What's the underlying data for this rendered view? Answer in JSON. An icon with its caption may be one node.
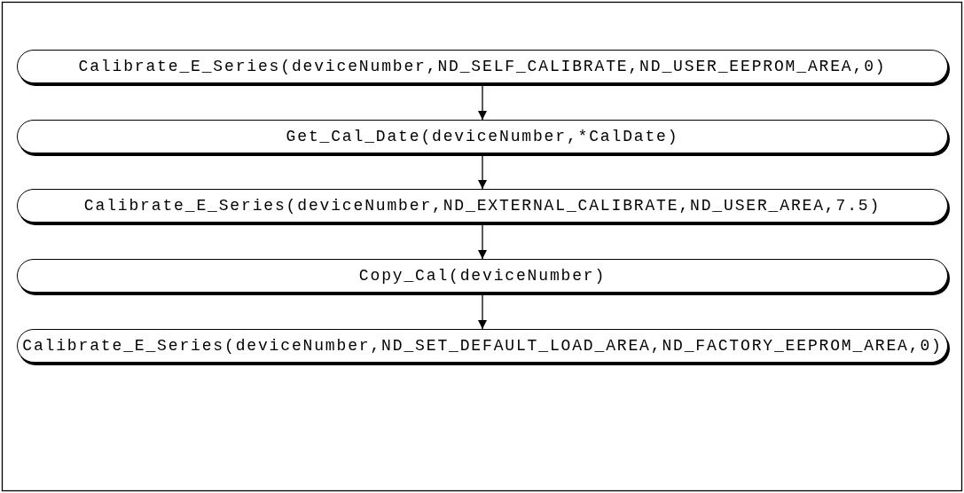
{
  "diagram": {
    "nodes": [
      {
        "text": [
          "Calibrate_E_Series(deviceNumber,ND_SELF_CALIBRATE,ND_USER_EEPROM_AREA,0)"
        ]
      },
      {
        "text": [
          "Get_Cal_Date(deviceNumber,*CalDate)"
        ]
      },
      {
        "text": [
          "Calibrate_E_Series(deviceNumber,ND_EXTERNAL_CALIBRATE,ND_USER_AREA,7.5)"
        ]
      },
      {
        "text": [
          "Copy_Cal(deviceNumber)"
        ]
      },
      {
        "text": [
          "Calibrate_E_Series(deviceNumber,ND_SET_DEFAULT_LOAD_AREA,ND_FACTORY_EEPROM_AREA,0)"
        ]
      }
    ],
    "edges": [
      {
        "from": 0,
        "to": 1,
        "arrow": "to"
      },
      {
        "from": 1,
        "to": 2,
        "arrow": "to"
      },
      {
        "from": 2,
        "to": 3,
        "arrow": "to"
      },
      {
        "from": 3,
        "to": 4,
        "arrow": "to"
      }
    ]
  }
}
